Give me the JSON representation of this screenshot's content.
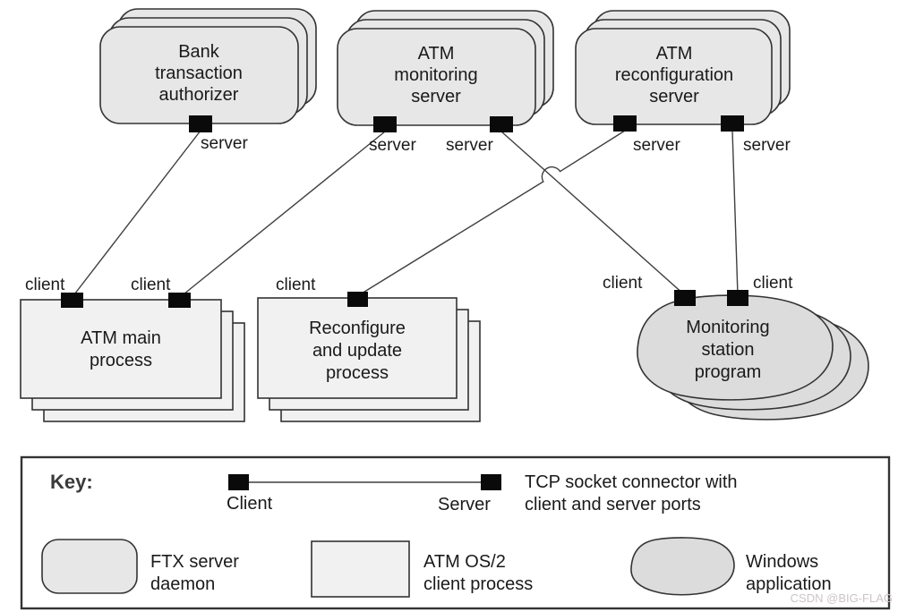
{
  "diagram": {
    "port_labels": {
      "server": "server",
      "client": "client"
    },
    "nodes": {
      "bank": {
        "lines": [
          "Bank",
          "transaction",
          "authorizer"
        ]
      },
      "atm_monitoring": {
        "lines": [
          "ATM",
          "monitoring",
          "server"
        ]
      },
      "atm_reconfiguration": {
        "lines": [
          "ATM",
          "reconfiguration",
          "server"
        ]
      },
      "atm_main": {
        "lines": [
          "ATM main",
          "process"
        ]
      },
      "reconfigure_update": {
        "lines": [
          "Reconfigure",
          "and update",
          "process"
        ]
      },
      "monitoring_station": {
        "lines": [
          "Monitoring",
          "station",
          "program"
        ]
      }
    }
  },
  "key": {
    "title": "Key:",
    "connector": {
      "client_label": "Client",
      "server_label": "Server",
      "description": [
        "TCP socket connector with",
        "client and server ports"
      ]
    },
    "items": [
      {
        "shape": "ftx-server-daemon",
        "label_lines": [
          "FTX server",
          "daemon"
        ]
      },
      {
        "shape": "atm-os2-client-process",
        "label_lines": [
          "ATM OS/2",
          "client process"
        ]
      },
      {
        "shape": "windows-application",
        "label_lines": [
          "Windows",
          "application"
        ]
      }
    ]
  },
  "watermark": "CSDN @BIG-FLAG",
  "colors": {
    "ftx_fill": "#e7e7e7",
    "proc_fill": "#f1f1f1",
    "win_fill": "#dcdcdc",
    "stroke": "#333333",
    "line": "#3f3f3f",
    "port": "#0a0a0a",
    "text": "#1a1a1a",
    "watermark": "#ccc3c8"
  }
}
